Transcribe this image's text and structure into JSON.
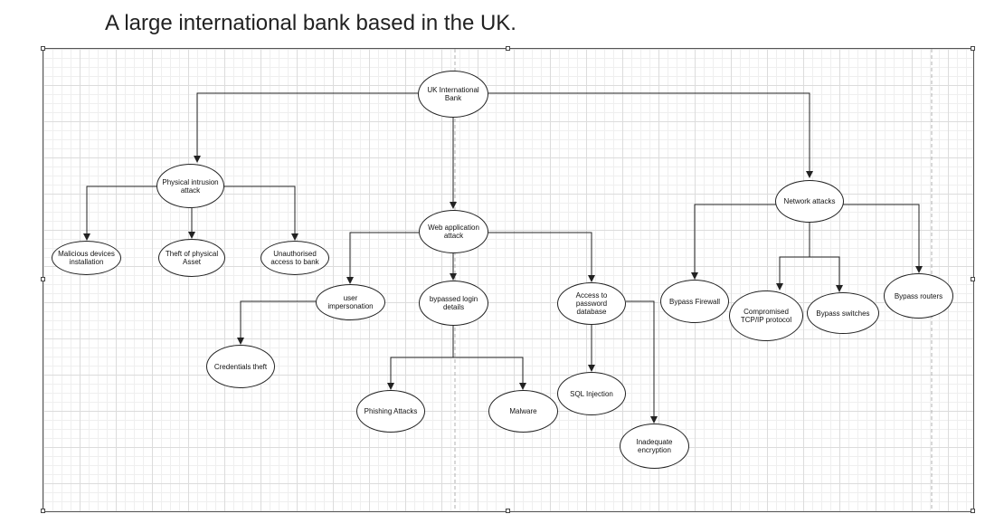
{
  "page_title": "A large international bank based in the UK.",
  "nodes": {
    "root": "UK International Bank",
    "physical": "Physical intrusion attack",
    "malicious": "Malicious devices installation",
    "theft": "Theft of physical Asset",
    "unauth": "Unauthorised access to bank",
    "web": "Web application attack",
    "impersonation": "user impersonation",
    "bypassed": "bypassed login details",
    "password_db": "Access to password database",
    "cred_theft": "Credentials theft",
    "phishing": "Phishing Attacks",
    "malware": "Malware",
    "sql": "SQL Injection",
    "encryption": "Inadequate encryption",
    "network": "Network attacks",
    "firewall": "Bypass Firewall",
    "tcpip": "Compromised TCP/IP protocol",
    "switches": "Bypass switches",
    "routers": "Bypass routers"
  }
}
